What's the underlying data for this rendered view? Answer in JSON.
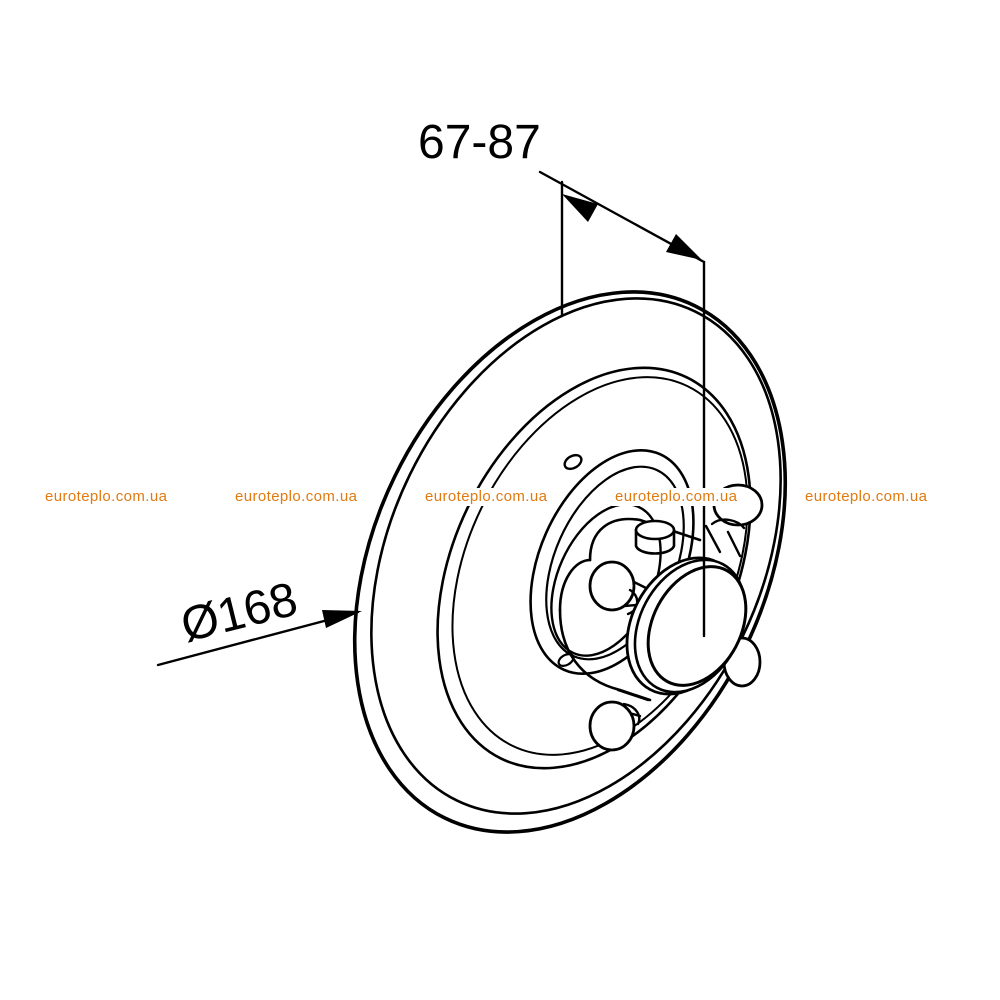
{
  "dimensions": {
    "depth_label": "67-87",
    "diameter_label": "Ø168"
  },
  "watermarks": [
    "euroteplo.com.ua",
    "euroteplo.com.ua",
    "euroteplo.com.ua",
    "euroteplo.com.ua",
    "euroteplo.com.ua"
  ],
  "colors": {
    "line": "#000000",
    "watermark": "#e07a10",
    "background": "#ffffff"
  }
}
